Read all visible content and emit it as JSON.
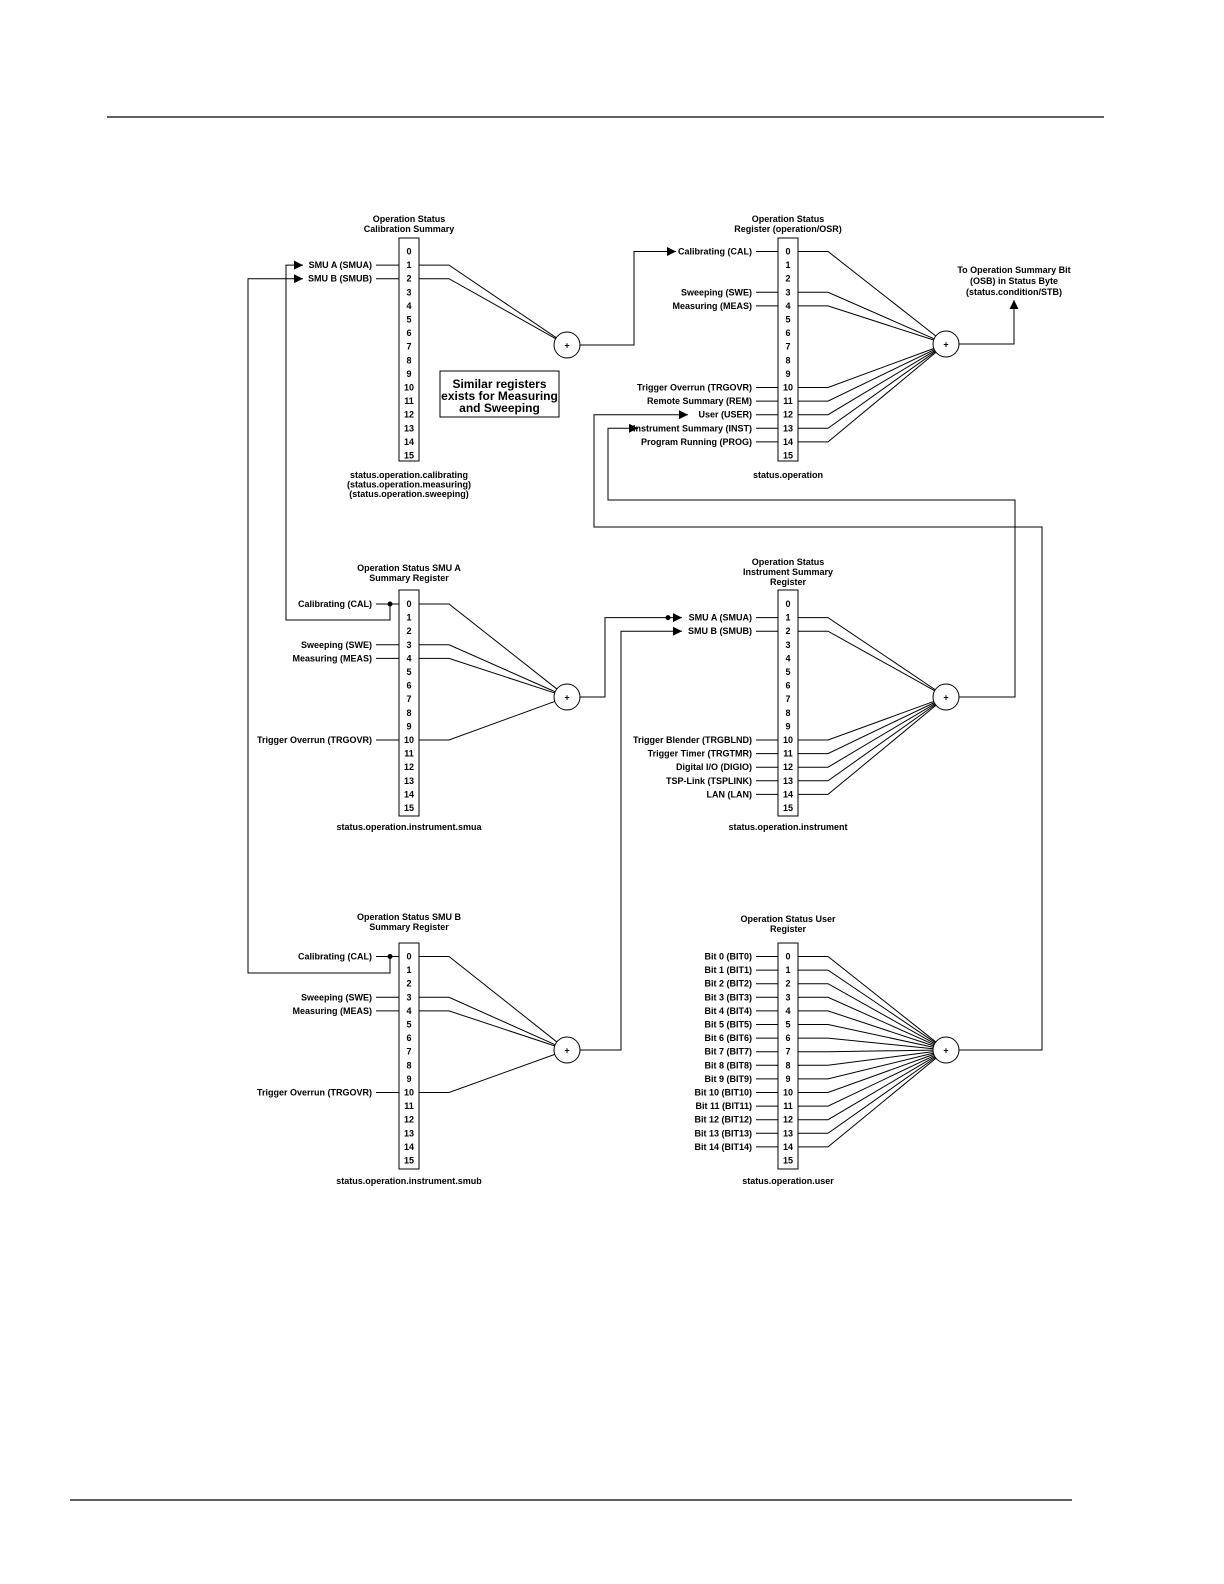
{
  "registers": [
    {
      "id": "calibration",
      "title": [
        "Operation Status",
        "Calibration Summary"
      ],
      "footer": [
        "status.operation.calibrating",
        "(status.operation.measuring)",
        "(status.operation.sweeping)"
      ],
      "bits": [
        "0",
        "1",
        "2",
        "3",
        "4",
        "5",
        "6",
        "7",
        "8",
        "9",
        "10",
        "11",
        "12",
        "13",
        "14",
        "15"
      ],
      "inputs": [
        {
          "bit": 1,
          "label": "SMU A (SMUA)"
        },
        {
          "bit": 2,
          "label": "SMU B (SMUB)"
        }
      ]
    },
    {
      "id": "operation",
      "title": [
        "Operation Status",
        "Register (operation/OSR)"
      ],
      "footer": [
        "status.operation"
      ],
      "bits": [
        "0",
        "1",
        "2",
        "3",
        "4",
        "5",
        "6",
        "7",
        "8",
        "9",
        "10",
        "11",
        "12",
        "13",
        "14",
        "15"
      ],
      "inputs": [
        {
          "bit": 0,
          "label": "Calibrating (CAL)"
        },
        {
          "bit": 3,
          "label": "Sweeping (SWE)"
        },
        {
          "bit": 4,
          "label": "Measuring (MEAS)"
        },
        {
          "bit": 10,
          "label": "Trigger Overrun (TRGOVR)"
        },
        {
          "bit": 11,
          "label": "Remote Summary (REM)"
        },
        {
          "bit": 12,
          "label": "User (USER)"
        },
        {
          "bit": 13,
          "label": "Instrument Summary (INST)"
        },
        {
          "bit": 14,
          "label": "Program Running (PROG)"
        }
      ]
    },
    {
      "id": "smua",
      "title": [
        "Operation Status SMU A",
        "Summary Register"
      ],
      "footer": [
        "status.operation.instrument.smua"
      ],
      "bits": [
        "0",
        "1",
        "2",
        "3",
        "4",
        "5",
        "6",
        "7",
        "8",
        "9",
        "10",
        "11",
        "12",
        "13",
        "14",
        "15"
      ],
      "inputs": [
        {
          "bit": 0,
          "label": "Calibrating (CAL)"
        },
        {
          "bit": 3,
          "label": "Sweeping (SWE)"
        },
        {
          "bit": 4,
          "label": "Measuring (MEAS)"
        },
        {
          "bit": 10,
          "label": "Trigger Overrun (TRGOVR)"
        }
      ]
    },
    {
      "id": "instrument",
      "title": [
        "Operation Status",
        "Instrument Summary",
        "Register"
      ],
      "footer": [
        "status.operation.instrument"
      ],
      "bits": [
        "0",
        "1",
        "2",
        "3",
        "4",
        "5",
        "6",
        "7",
        "8",
        "9",
        "10",
        "11",
        "12",
        "13",
        "14",
        "15"
      ],
      "inputs": [
        {
          "bit": 1,
          "label": "SMU A (SMUA)"
        },
        {
          "bit": 2,
          "label": "SMU B (SMUB)"
        },
        {
          "bit": 10,
          "label": "Trigger Blender (TRGBLND)"
        },
        {
          "bit": 11,
          "label": "Trigger Timer (TRGTMR)"
        },
        {
          "bit": 12,
          "label": "Digital I/O (DIGIO)"
        },
        {
          "bit": 13,
          "label": "TSP-Link (TSPLINK)"
        },
        {
          "bit": 14,
          "label": "LAN (LAN)"
        }
      ]
    },
    {
      "id": "smub",
      "title": [
        "Operation Status SMU B",
        "Summary Register"
      ],
      "footer": [
        "status.operation.instrument.smub"
      ],
      "bits": [
        "0",
        "1",
        "2",
        "3",
        "4",
        "5",
        "6",
        "7",
        "8",
        "9",
        "10",
        "11",
        "12",
        "13",
        "14",
        "15"
      ],
      "inputs": [
        {
          "bit": 0,
          "label": "Calibrating (CAL)"
        },
        {
          "bit": 3,
          "label": "Sweeping (SWE)"
        },
        {
          "bit": 4,
          "label": "Measuring (MEAS)"
        },
        {
          "bit": 10,
          "label": "Trigger Overrun (TRGOVR)"
        }
      ]
    },
    {
      "id": "user",
      "title": [
        "Operation Status User",
        "Register"
      ],
      "footer": [
        "status.operation.user"
      ],
      "bits": [
        "0",
        "1",
        "2",
        "3",
        "4",
        "5",
        "6",
        "7",
        "8",
        "9",
        "10",
        "11",
        "12",
        "13",
        "14",
        "15"
      ],
      "inputs": [
        {
          "bit": 0,
          "label": "Bit 0 (BIT0)"
        },
        {
          "bit": 1,
          "label": "Bit 1 (BIT1)"
        },
        {
          "bit": 2,
          "label": "Bit 2 (BIT2)"
        },
        {
          "bit": 3,
          "label": "Bit 3 (BIT3)"
        },
        {
          "bit": 4,
          "label": "Bit 4 (BIT4)"
        },
        {
          "bit": 5,
          "label": "Bit 5 (BIT5)"
        },
        {
          "bit": 6,
          "label": "Bit 6 (BIT6)"
        },
        {
          "bit": 7,
          "label": "Bit 7 (BIT7)"
        },
        {
          "bit": 8,
          "label": "Bit 8 (BIT8)"
        },
        {
          "bit": 9,
          "label": "Bit 9 (BIT9)"
        },
        {
          "bit": 10,
          "label": "Bit 10 (BIT10)"
        },
        {
          "bit": 11,
          "label": "Bit 11 (BIT11)"
        },
        {
          "bit": 12,
          "label": "Bit 12 (BIT12)"
        },
        {
          "bit": 13,
          "label": "Bit 13 (BIT13)"
        },
        {
          "bit": 14,
          "label": "Bit 14 (BIT14)"
        }
      ]
    }
  ],
  "summing_symbol": "+",
  "note": [
    "Similar registers",
    "exists for Measuring",
    "and Sweeping"
  ],
  "osb_destination": [
    "To Operation Summary Bit",
    "(OSB) in Status Byte",
    "(status.condition/STB)"
  ]
}
